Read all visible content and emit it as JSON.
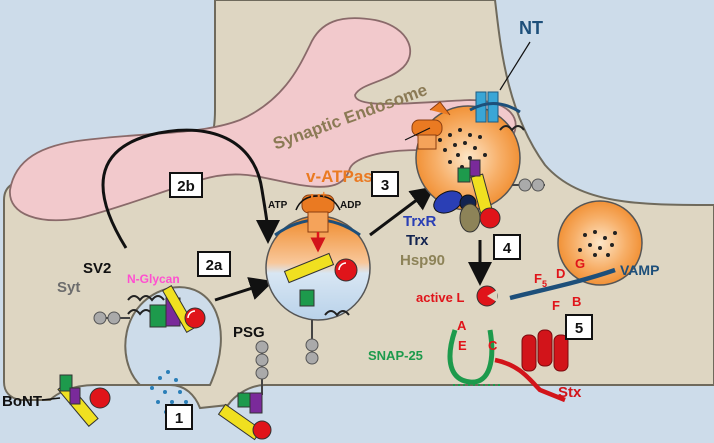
{
  "labels": {
    "synaptic_endosome": "Synaptic Endosome",
    "nt": "NT",
    "v_atpase": "v-ATPase",
    "h_plus": "H",
    "h_sup": "+",
    "atp": "ATP",
    "adp": "ADP",
    "sv2": "SV2",
    "syt": "Syt",
    "n_glycan": "N-Glycan",
    "psg": "PSG",
    "bont": "BoNT",
    "trxr": "TrxR",
    "trx": "Trx",
    "hsp90": "Hsp90",
    "active_l": "active L",
    "vamp": "VAMP",
    "snap25": "SNAP-25",
    "stx": "Stx",
    "cleave_f5": "F",
    "cleave_f5_sub": "5",
    "cleave_d": "D",
    "cleave_g": "G",
    "cleave_f": "F",
    "cleave_b": "B",
    "cleave_a": "A",
    "cleave_e": "E",
    "cleave_c": "C"
  },
  "steps": {
    "s1": "1",
    "s2a": "2a",
    "s2b": "2b",
    "s3": "3",
    "s4": "4",
    "s5": "5"
  },
  "colors": {
    "cell": "#ded6c2",
    "outside": "#cddcea",
    "endosome": "#f2c9cc",
    "vesicle_orange": "#f08a2a",
    "vesicle_blue": "#c9ddef",
    "pump_orange": "#ea7a22",
    "trxr_blue": "#2a3fb5",
    "trx_navy": "#13234f",
    "hsp90_olive": "#8d8358",
    "snap25_green": "#1d9a4c",
    "stx_red": "#d2141a",
    "vamp_navy": "#1d4f7a",
    "red_label": "#e0141a",
    "pink_label": "#ff4fd0",
    "gray_label": "#6d6d6d",
    "endosome_text": "#8b7a55"
  }
}
